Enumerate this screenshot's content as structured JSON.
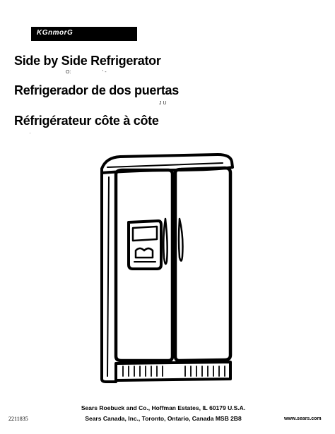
{
  "brand": {
    "logo_text": "KGnmorG"
  },
  "titles": {
    "english": "Side by Side Refrigerator",
    "spanish": "Refrigerador de dos puertas",
    "french": "Réfrigérateur côte à côte"
  },
  "artifacts": {
    "under_english_left": "O:",
    "under_english_right": "' -",
    "under_spanish": "J U",
    "under_french": "'"
  },
  "illustration": {
    "icon": "side-by-side-refrigerator-illustration"
  },
  "footer": {
    "document_number": "2211835",
    "line1": "Sears Roebuck and Co., Hoffman Estates, IL 60179 U.S.A.",
    "line2": "Sears Canada, Inc., Toronto, Ontario, Canada MSB 2B8",
    "website": "www.sears.com"
  }
}
